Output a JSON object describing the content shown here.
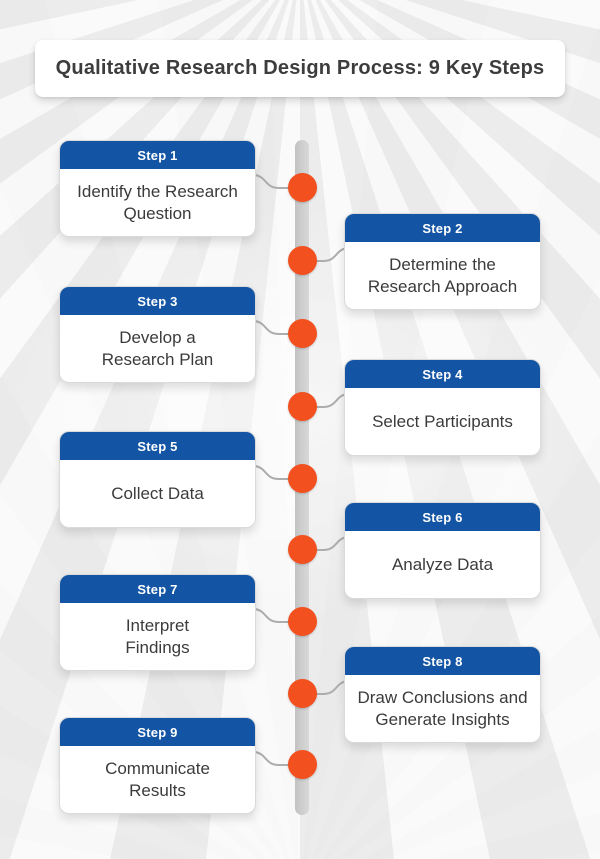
{
  "title": "Qualitative Research Design Process: 9 Key Steps",
  "colors": {
    "step_header_blue": "#1355a4",
    "timeline_node_orange": "#f2501f",
    "timeline_bar_gray": "#c9c9c9",
    "title_text": "#3d3d3d",
    "background": "#f0f0f0"
  },
  "steps": [
    {
      "step_label": "Step 1",
      "title": "Identify the Research\nQuestion",
      "side": "left"
    },
    {
      "step_label": "Step 2",
      "title": "Determine the\nResearch Approach",
      "side": "right"
    },
    {
      "step_label": "Step 3",
      "title": "Develop a\nResearch Plan",
      "side": "left"
    },
    {
      "step_label": "Step 4",
      "title": "Select Participants",
      "side": "right"
    },
    {
      "step_label": "Step 5",
      "title": "Collect Data",
      "side": "left"
    },
    {
      "step_label": "Step 6",
      "title": "Analyze Data",
      "side": "right"
    },
    {
      "step_label": "Step 7",
      "title": "Interpret\nFindings",
      "side": "left"
    },
    {
      "step_label": "Step 8",
      "title": "Draw Conclusions and\nGenerate Insights",
      "side": "right"
    },
    {
      "step_label": "Step 9",
      "title": "Communicate\nResults",
      "side": "left"
    }
  ]
}
